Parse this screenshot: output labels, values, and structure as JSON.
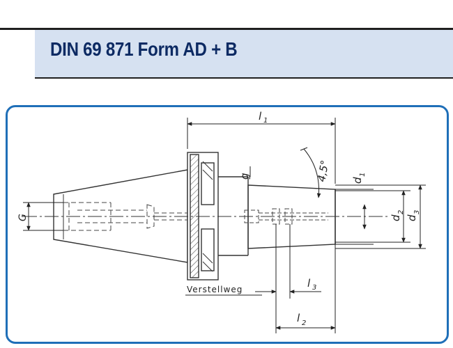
{
  "header": {
    "title": "DIN 69 871 Form AD + B"
  },
  "diagram": {
    "labels": {
      "l1": "l",
      "l1_sub": "1",
      "l2": "l",
      "l2_sub": "2",
      "l3": "l",
      "l3_sub": "3",
      "d1": "d",
      "d1_sub": "1",
      "d2": "d",
      "d2_sub": "2",
      "d3": "d",
      "d3_sub": "3",
      "g": "g",
      "G": "G",
      "angle": "4,5°",
      "verstellweg": "Verstellweg"
    },
    "colors": {
      "frame": "#1f6fb8",
      "line": "#333333",
      "title": "#0d2a63",
      "band": "#d6e1f1"
    }
  }
}
